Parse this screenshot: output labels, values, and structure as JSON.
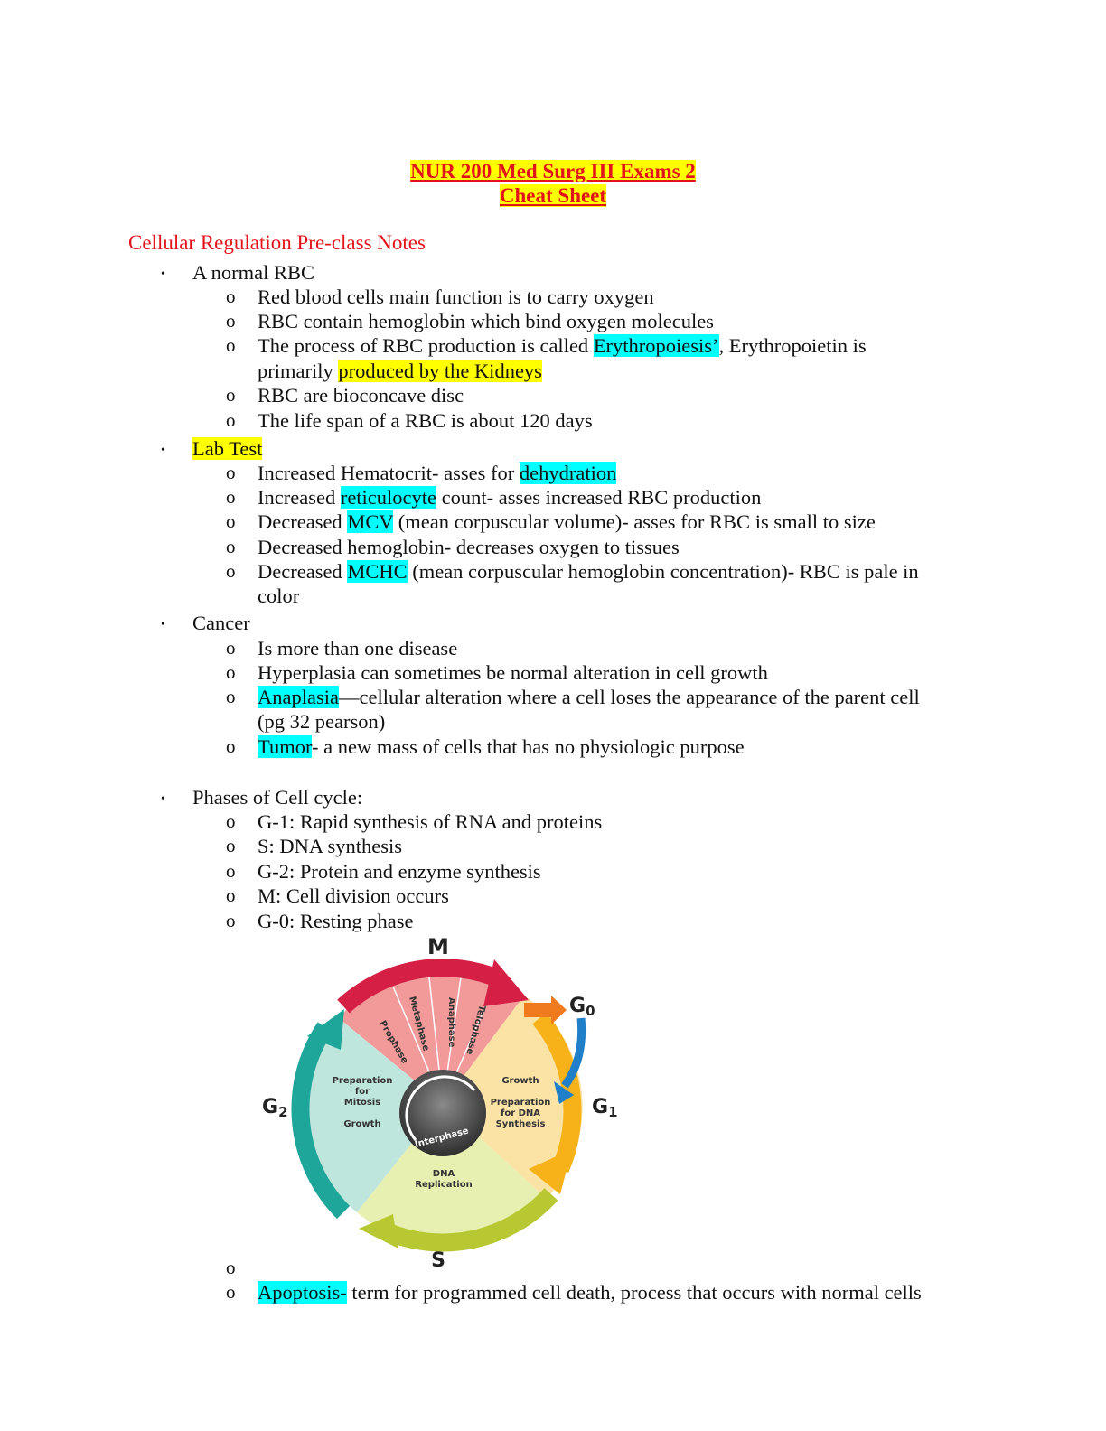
{
  "title": {
    "line1": "NUR 200 Med Surg III Exams 2",
    "line2": "Cheat Sheet"
  },
  "section_heading": "Cellular Regulation  Pre-class Notes",
  "markers": {
    "bullet": "•",
    "sub": "o"
  },
  "rbc": {
    "heading": "A normal RBC",
    "item1": "Red blood cells main function is to carry oxygen",
    "item2": "RBC contain hemoglobin which bind oxygen molecules",
    "item3_a": "The process of RBC production is called ",
    "item3_hl1": "Erythropoiesis’",
    "item3_b": ", Erythropoietin is",
    "item3_c": "primarily ",
    "item3_hl2": "produced by the Kidneys",
    "item4": "RBC are bioconcave disc",
    "item5": "The life span of a RBC is about 120 days"
  },
  "lab": {
    "heading": "Lab Test",
    "i1_a": "Increased Hematocrit- asses for ",
    "i1_hl": "dehydration",
    "i2_a": "Increased ",
    "i2_hl": "reticulocyte",
    "i2_b": " count- asses increased RBC production",
    "i3_a": "Decreased ",
    "i3_hl": "MCV",
    "i3_b": " (mean corpuscular volume)- asses for RBC is small to size",
    "i4": "Decreased hemoglobin- decreases oxygen to tissues",
    "i5_a": "Decreased ",
    "i5_hl": "MCHC",
    "i5_b": " (mean corpuscular hemoglobin concentration)- RBC is pale in",
    "i5_c": "color"
  },
  "cancer": {
    "heading": "Cancer",
    "i1": "Is more than one disease",
    "i2": "Hyperplasia can sometimes be normal alteration in cell growth",
    "i3_hl": "Anaplasia",
    "i3_a": "—cellular alteration where a cell loses the appearance of the parent cell",
    "i3_b": "(pg 32 pearson)",
    "i4_hl": "Tumor",
    "i4_a": "- a new mass of cells that has no physiologic purpose"
  },
  "cycle": {
    "heading": "Phases of Cell cycle:",
    "i1": "G-1: Rapid synthesis of RNA and proteins",
    "i2": "S: DNA synthesis",
    "i3": "G-2: Protein and enzyme synthesis",
    "i4": "M: Cell division occurs",
    "i5": "G-0: Resting phase"
  },
  "diagram": {
    "m": "M",
    "g0": "G",
    "g0_sub": "0",
    "g1": "G",
    "g1_sub": "1",
    "g2": "G",
    "g2_sub": "2",
    "s": "S",
    "prophase": "Prophase",
    "metaphase": "Metaphase",
    "anaphase": "Anaphase",
    "telophase": "Telophase",
    "g2_prep1": "Preparation",
    "g2_prep2": "for",
    "g2_prep3": "Mitosis",
    "g2_growth": "Growth",
    "g1_growth": "Growth",
    "g1_prep1": "Preparation",
    "g1_prep2": "for DNA",
    "g1_prep3": "Synthesis",
    "dna1": "DNA",
    "dna2": "Replication",
    "interphase": "Interphase"
  },
  "apoptosis": {
    "hl": "Apoptosis-",
    "text": " term for programmed cell death, process that occurs with normal cells"
  }
}
